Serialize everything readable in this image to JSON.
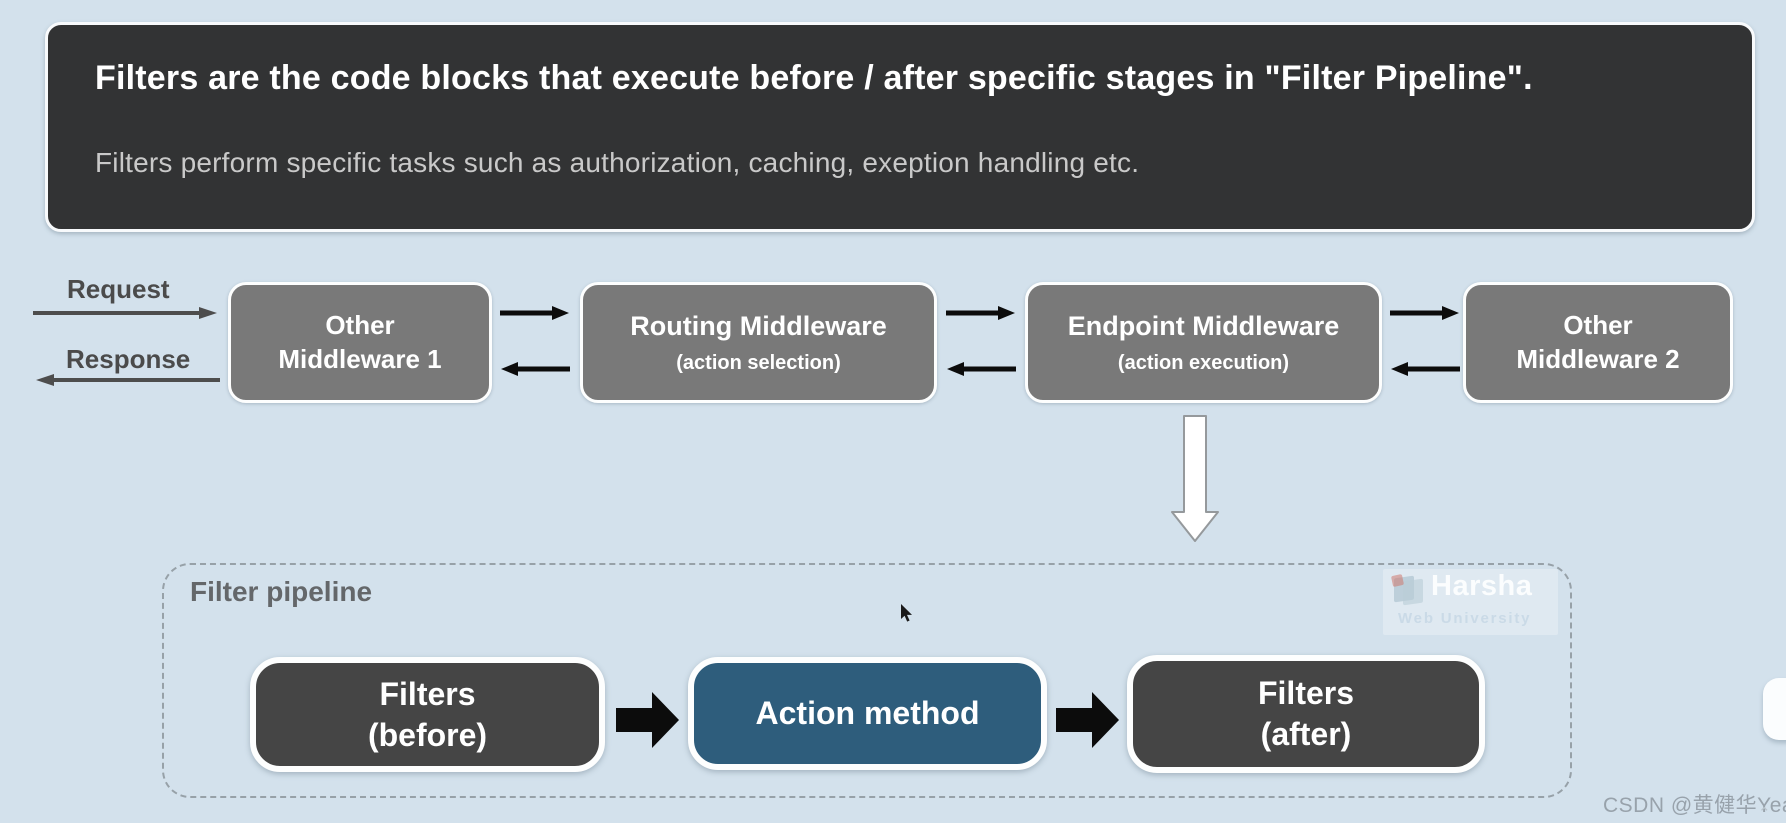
{
  "header": {
    "title": "Filters are the code blocks that execute before / after specific stages in \"Filter Pipeline\".",
    "subtitle": "Filters perform specific tasks such as authorization, caching, exeption handling etc."
  },
  "flow": {
    "request_label": "Request",
    "response_label": "Response",
    "boxes": [
      {
        "line1": "Other",
        "line2": "Middleware 1"
      },
      {
        "line1": "Routing Middleware",
        "line2": "(action selection)"
      },
      {
        "line1": "Endpoint Middleware",
        "line2": "(action execution)"
      },
      {
        "line1": "Other",
        "line2": "Middleware 2"
      }
    ]
  },
  "filter_pipeline": {
    "label": "Filter pipeline",
    "boxes": [
      {
        "line1": "Filters",
        "line2": "(before)"
      },
      {
        "line1": "Action method",
        "line2": ""
      },
      {
        "line1": "Filters",
        "line2": "(after)"
      }
    ]
  },
  "watermarks": {
    "harsha": {
      "title": "Harsha",
      "subtitle": "Web University"
    },
    "csdn": "CSDN @黄健华Yeah"
  },
  "icons": {
    "request_arrow": "gray right arrow",
    "response_arrow": "gray left arrow",
    "flow_arrows": "black paired left/right arrows",
    "down_arrow": "white block arrow down",
    "block_arrow": "black block arrow right",
    "cursor": "mouse pointer"
  },
  "colors": {
    "background": "#d3e1ec",
    "header_bg": "#323334",
    "middleware_bg": "#797979",
    "filter_bg": "#454545",
    "action_bg": "#2e5d7c",
    "arrow_black": "#0c0c0c",
    "arrow_gray": "#4d4d4d",
    "text_white": "#ffffff"
  }
}
